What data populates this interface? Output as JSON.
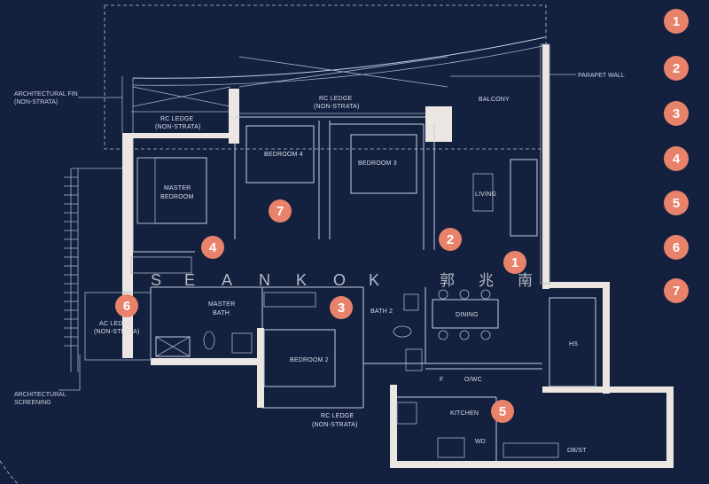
{
  "labels": {
    "architectural_fin": [
      "ARCHITECTURAL FIN",
      "(NON-STRATA)"
    ],
    "parapet_wall": "PARAPET WALL",
    "rc_ledge_top": [
      "RC LEDGE",
      "(NON-STRATA)"
    ],
    "rc_ledge_left": [
      "RC LEDGE",
      "(NON-STRATA)"
    ],
    "balcony": "BALCONY",
    "bedroom4": "BEDROOM 4",
    "bedroom3": "BEDROOM 3",
    "master_bedroom": [
      "MASTER",
      "BEDROOM"
    ],
    "living": "LIVING",
    "master_bath": [
      "MASTER",
      "BATH"
    ],
    "bath2": "BATH 2",
    "dining": "DINING",
    "ac_ledge": [
      "AC LEDGE",
      "(NON-STRATA)"
    ],
    "bedroom2": "BEDROOM 2",
    "hs": "HS",
    "fridge": "F",
    "owc": "O/WC",
    "kitchen": "KITCHEN",
    "wd": "WD",
    "dbst": "DB/ST",
    "rc_ledge_bottom": [
      "RC LEDGE",
      "(NON-STRATA)"
    ],
    "architectural_screening": [
      "ARCHITECTURAL",
      "SCREENING"
    ]
  },
  "watermark": {
    "latin": [
      "S",
      "E",
      "A",
      "N",
      "K",
      "O",
      "K"
    ],
    "cjk": [
      "郭",
      "兆",
      "南"
    ]
  },
  "plan_markers": [
    "1",
    "2",
    "3",
    "4",
    "5",
    "6",
    "7"
  ],
  "legend_markers": [
    "1",
    "2",
    "3",
    "4",
    "5",
    "6",
    "7"
  ],
  "colors": {
    "background": "#13213f",
    "marker": "#e8826b",
    "wall": "#ece6e2",
    "line": "#c7cede"
  }
}
